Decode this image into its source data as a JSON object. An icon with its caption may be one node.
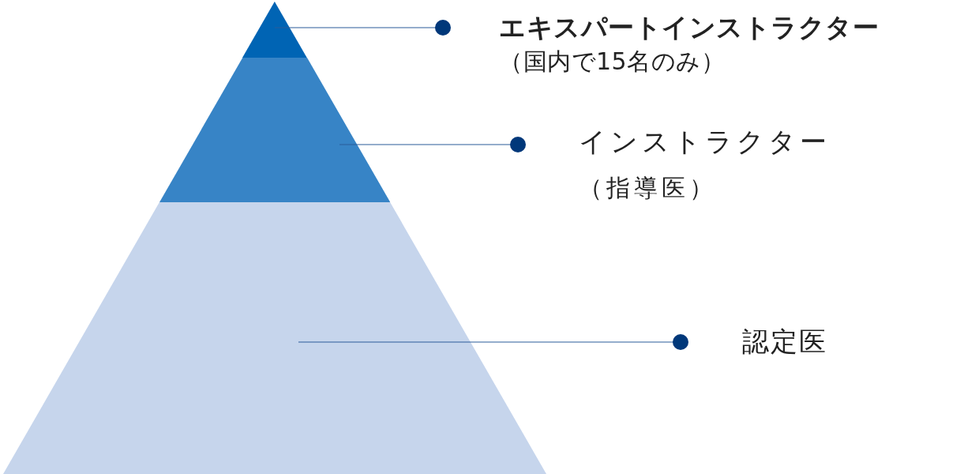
{
  "diagram": {
    "nodes": [
      {
        "text": [],
        "shape": "triangle"
      },
      {
        "text": [],
        "shape": "trapezoid"
      },
      {
        "text": [],
        "shape": "trapezoid"
      },
      {
        "text": [
          "エキスパートインストラクター",
          "（国内で15名のみ）"
        ]
      },
      {
        "text": [
          "インストラクター",
          "（指導医）"
        ]
      },
      {
        "text": [
          "認定医"
        ]
      }
    ],
    "edges": [
      {
        "from": 3,
        "to": 0,
        "arrow": "other"
      },
      {
        "from": 4,
        "to": 1,
        "arrow": "other"
      },
      {
        "from": 5,
        "to": 2,
        "arrow": "other"
      }
    ]
  }
}
